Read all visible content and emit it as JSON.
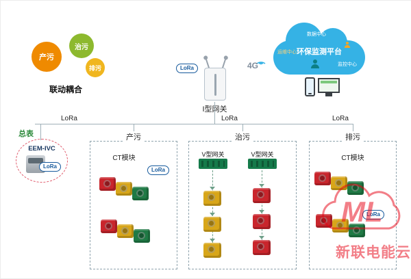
{
  "colors": {
    "cloud_blue": "#35b2e5",
    "gear_orange": "#ef8a00",
    "gear_green": "#8db92e",
    "gear_yellow": "#f0b61f",
    "module_red": "#c9252c",
    "module_yellow": "#d8a619",
    "module_green": "#1f7a45",
    "lora_blue": "#15599c",
    "watermark_red": "#e60012"
  },
  "gears": {
    "labels": [
      "产污",
      "治污",
      "排污"
    ],
    "caption": "联动耦合"
  },
  "gateway": {
    "label": "I型网关",
    "lora_badge": "LoRa"
  },
  "signal": {
    "label": "4G"
  },
  "cloud": {
    "title": "环保监测平台",
    "top_label": "数据中心",
    "left_label": "运维中心",
    "right_label": "监控中心"
  },
  "bus": {
    "lora_left": "LoRa",
    "lora_center": "LoRa",
    "lora_right": "LoRa"
  },
  "meter": {
    "label": "总表",
    "name": "EEM-IVC",
    "lora_badge": "LoRa"
  },
  "box_produce": {
    "label": "产污",
    "module_label": "CT模块",
    "lora_badge": "LoRa"
  },
  "box_treat": {
    "label": "治污",
    "gateway_left": "V型网关",
    "gateway_right": "V型网关"
  },
  "box_discharge": {
    "label": "排污",
    "module_label": "CT模块",
    "lora_badge": "LoRa"
  },
  "watermark": {
    "logo": "ML",
    "text": "新联电能云"
  }
}
